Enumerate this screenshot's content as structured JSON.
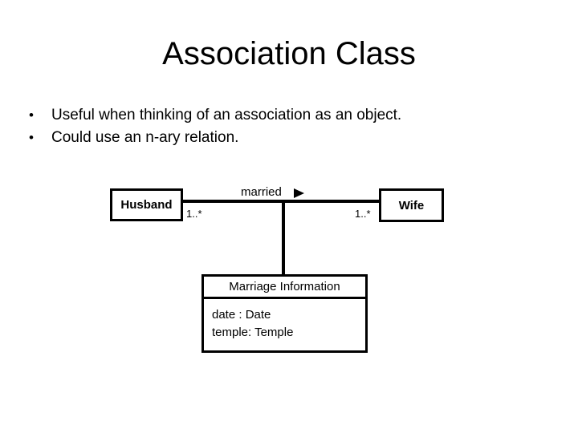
{
  "slide": {
    "title": "Association Class",
    "bullet_marker": "•",
    "bullets": [
      "Useful when thinking of an association as an object.",
      "Could use an n-ary relation."
    ]
  },
  "diagram": {
    "type": "uml-class-diagram",
    "colors": {
      "background": "#ffffff",
      "stroke": "#000000",
      "text": "#000000"
    },
    "classes": [
      {
        "id": "husband",
        "name": "Husband"
      },
      {
        "id": "wife",
        "name": "Wife"
      }
    ],
    "association": {
      "label": "married",
      "reading_direction_icon": "solid-right-triangle",
      "end_left": {
        "class": "husband",
        "multiplicity": "1..*"
      },
      "end_right": {
        "class": "wife",
        "multiplicity": "1..*"
      }
    },
    "association_class": {
      "name": "Marriage Information",
      "attributes": [
        "date : Date",
        "temple: Temple"
      ]
    }
  }
}
